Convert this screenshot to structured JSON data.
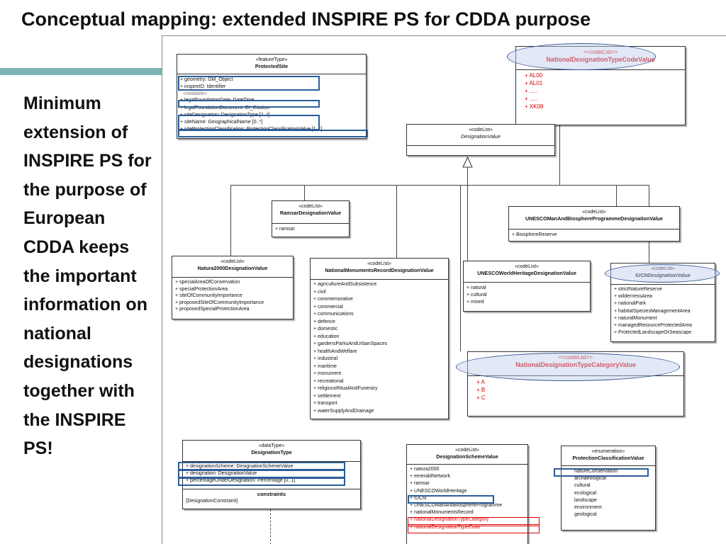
{
  "slide": {
    "title": "Conceptual mapping: extended INSPIRE PS for CDDA purpose",
    "side_text": "Minimum extension of INSPIRE PS for the purpose of European CDDA keeps the important information on national designations together with the INSPIRE PS!"
  },
  "colors": {
    "accent_bar": "#7fb3b4",
    "highlight_blue": "#2b5d99",
    "highlight_red": "#dd0000",
    "ellipse_fill": "#becdeb"
  },
  "diagram": {
    "protected_site": {
      "stereotype": "«featureType»",
      "name": "ProtectedSite",
      "attributes": [
        "+   geometry:  GM_Object",
        "+   inspireID:  Identifier"
      ],
      "voidable_label": "«voidable»",
      "voidable_attributes": [
        "+   legalFoundationDate:  DateTime",
        "+   legalFoundationDocument:  CI_Citation",
        "+   siteDesignation:  DesignationType [1..*]",
        "+   siteName:  GeographicalName [0..*]",
        "+   siteProtectionClassification:  ProtectionClassificationValue [1..*]"
      ]
    },
    "national_type_code": {
      "stereotype": "<<codeList>>",
      "name": "NationalDesignationTypeCodeValue",
      "items": [
        "+  AL00",
        "+  AL01",
        "+  .....",
        "+  .....",
        "+  XK08"
      ]
    },
    "designation_value": {
      "stereotype": "«codeList»",
      "name": "DesignationValue"
    },
    "ramsar": {
      "stereotype": "«codeList»",
      "name": "RamsarDesignationValue",
      "items": [
        "+   ramsar"
      ]
    },
    "unesco_mab": {
      "stereotype": "«codeList»",
      "name": "UNESCOManAndBiosphereProgrammeDesignationValue",
      "items": [
        "+   BiosphereReserve"
      ]
    },
    "natura2000": {
      "stereotype": "«codeList»",
      "name": "Natura2000DesignationValue",
      "items": [
        "+   specialAreaOfConservation",
        "+   specialProtectionArea",
        "+   siteOfCommunityImportance",
        "+   proposedSiteOfCommunityImportance",
        "+   proposedSpecialProtectionArea"
      ]
    },
    "national_monuments": {
      "stereotype": "«codeList»",
      "name": "NationalMonumentsRecordDesignationValue",
      "items": [
        "+   agricultureAndSubsistence",
        "+   civil",
        "+   commemorative",
        "+   commercial",
        "+   communications",
        "+   defence",
        "+   domestic",
        "+   education",
        "+   gardensParksAndUrbanSpaces",
        "+   healthAndWelfare",
        "+   industrial",
        "+   maritime",
        "+   monument",
        "+   recreational",
        "+   religiousRitualAndFunerary",
        "+   settlement",
        "+   transport",
        "+   waterSupplyAndDrainage"
      ]
    },
    "unesco_wh": {
      "stereotype": "«codeList»",
      "name": "UNESCOWorldHeritageDesignationValue",
      "items": [
        "+   natural",
        "+   cultural",
        "+   mixed"
      ]
    },
    "iucn": {
      "stereotype": "«codeList»",
      "name": "IUCNDesignationValue",
      "items": [
        "+   strictNatureReserve",
        "+   wildernessArea",
        "+   nationalPark",
        "+   habitatSpeciesManagementArea",
        "+   naturalMonument",
        "+   managedResourceProtectedArea",
        "+   ProtectedLandscapeOrSeascape"
      ]
    },
    "national_category": {
      "stereotype": "<<codeList>>",
      "name": "NationalDesignationTypeCategoryValue",
      "items": [
        "+  A",
        "+  B",
        "+  C"
      ]
    },
    "designation_type": {
      "stereotype": "«dataType»",
      "name": "DesignationType",
      "attributes": [
        "+   designationScheme:  DesignationSchemeValue",
        "+   designation:  DesignationValue",
        "+   percentageUnderDesignation:  Percentage [0..1]"
      ],
      "constraints_title": "constraints",
      "constraints": [
        "{DesignationConstraint}"
      ]
    },
    "designation_scheme": {
      "stereotype": "«codeList»",
      "name": "DesignationSchemeValue",
      "items": [
        "+   natura2000",
        "+   emeraldNetwork",
        "+   ramsar",
        "+   UNESCOWorldHeritage",
        "+   IUCN",
        "+   UNESCOManAndBiosphereProgramme",
        "+   nationalMonumentsRecord"
      ],
      "red_items": [
        "+   nationalDesignationTypeCategory",
        "+   nationalDesignationTypeCode"
      ]
    },
    "protection_classification": {
      "stereotype": "«enumeration»",
      "name": "ProtectionClassificationValue",
      "items": [
        "natureConservation",
        "archaeological",
        "cultural",
        "ecological",
        "landscape",
        "environment",
        "geological"
      ]
    }
  }
}
